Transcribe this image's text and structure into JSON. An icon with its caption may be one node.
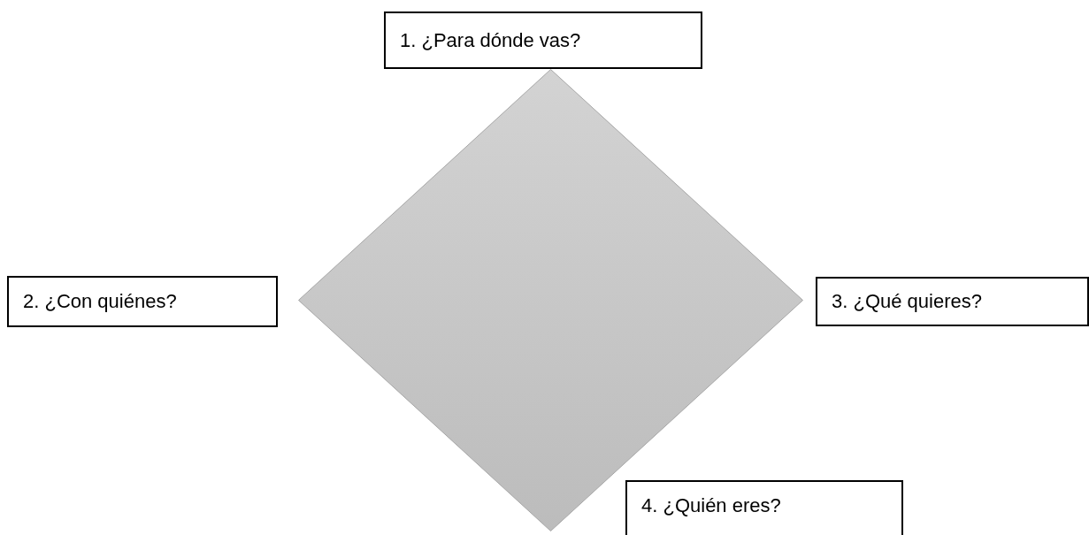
{
  "diagram": {
    "nodes": [
      {
        "text": [
          "1. ¿Para dónde vas?"
        ]
      },
      {
        "text": [
          "2. ¿Con quiénes?"
        ]
      },
      {
        "text": [],
        "shape": "diamond"
      },
      {
        "text": [
          "3. ¿Qué quieres?"
        ]
      },
      {
        "text": [
          "4. ¿Quién eres?"
        ]
      }
    ]
  }
}
